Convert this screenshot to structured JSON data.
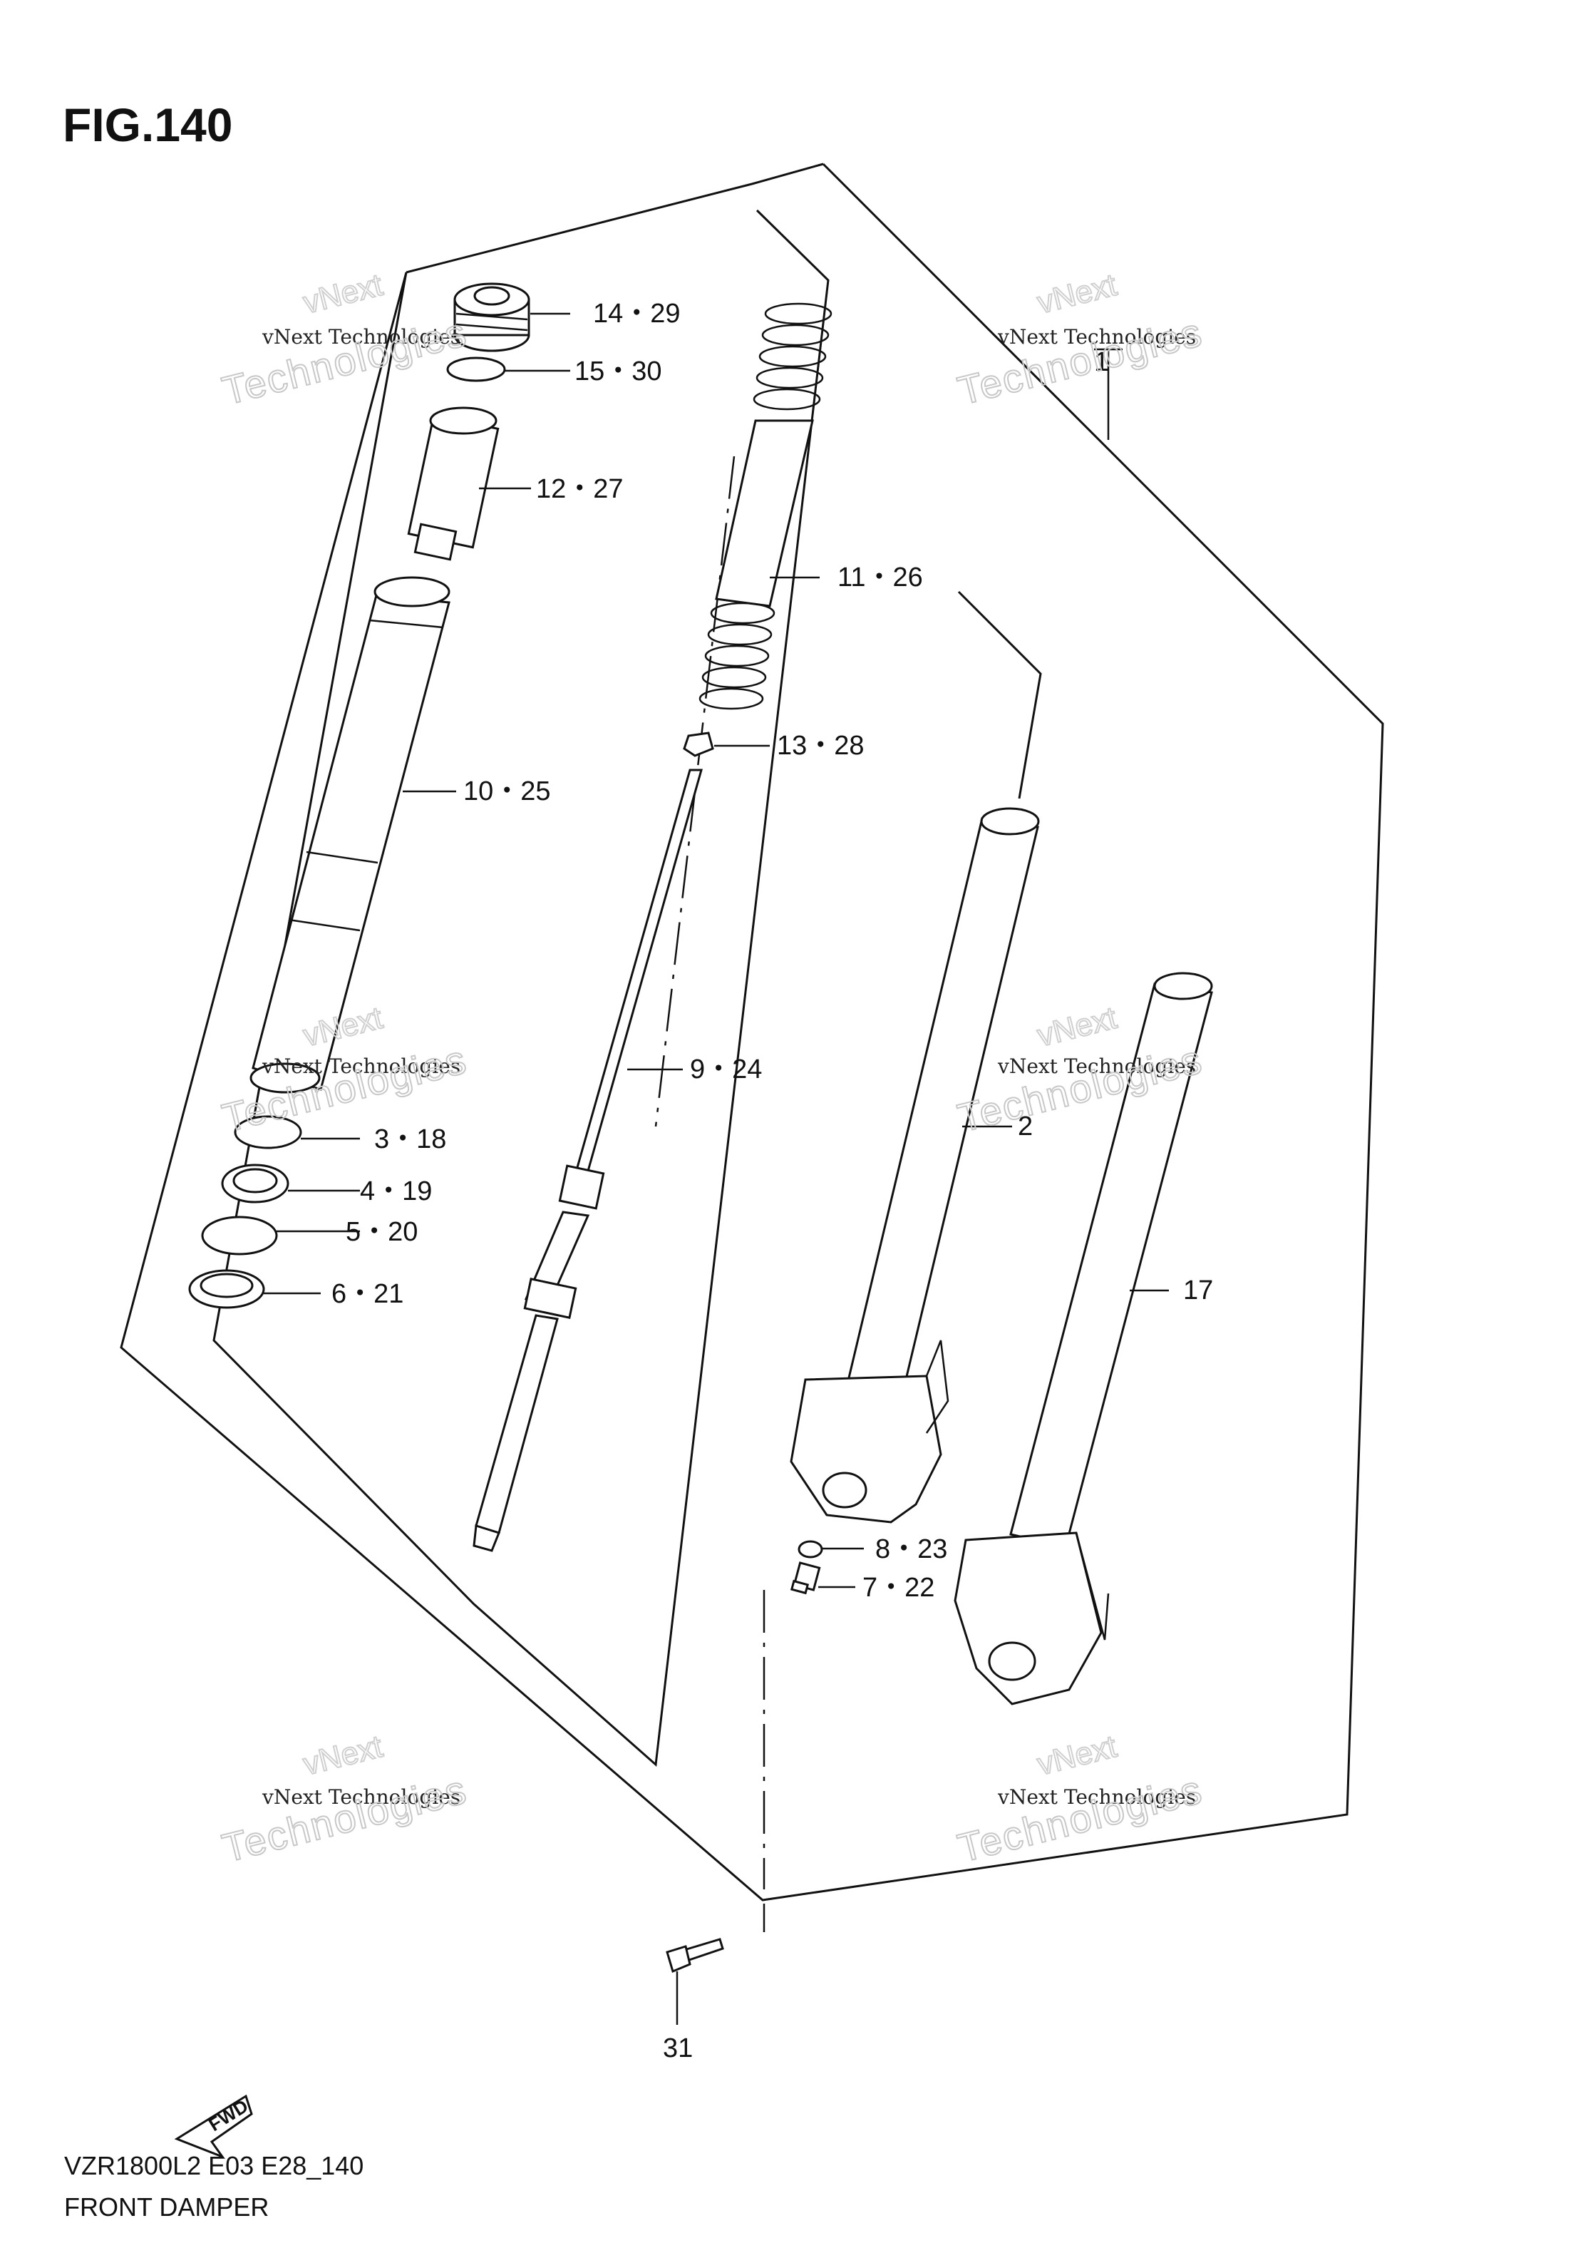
{
  "figure": {
    "title": "FIG.140",
    "model_code": "VZR1800L2 E03 E28_140",
    "section_name": "FRONT DAMPER",
    "fwd_arrow_label": "FWD"
  },
  "watermark": {
    "line_small": "vNext Technologies",
    "line_outline": "Technologies",
    "line_top": "vNext"
  },
  "callouts": [
    {
      "id": "c1",
      "label": "1"
    },
    {
      "id": "c2",
      "label": "2"
    },
    {
      "id": "c3",
      "label": "3・18"
    },
    {
      "id": "c4",
      "label": "4・19"
    },
    {
      "id": "c5",
      "label": "5・20"
    },
    {
      "id": "c6",
      "label": "6・21"
    },
    {
      "id": "c7",
      "label": "7・22"
    },
    {
      "id": "c8",
      "label": "8・23"
    },
    {
      "id": "c9",
      "label": "9・24"
    },
    {
      "id": "c10",
      "label": "10・25"
    },
    {
      "id": "c11",
      "label": "11・26"
    },
    {
      "id": "c12",
      "label": "12・27"
    },
    {
      "id": "c13",
      "label": "13・28"
    },
    {
      "id": "c14",
      "label": "14・29"
    },
    {
      "id": "c15",
      "label": "15・30"
    },
    {
      "id": "c17",
      "label": "17"
    },
    {
      "id": "c31",
      "label": "31"
    }
  ]
}
